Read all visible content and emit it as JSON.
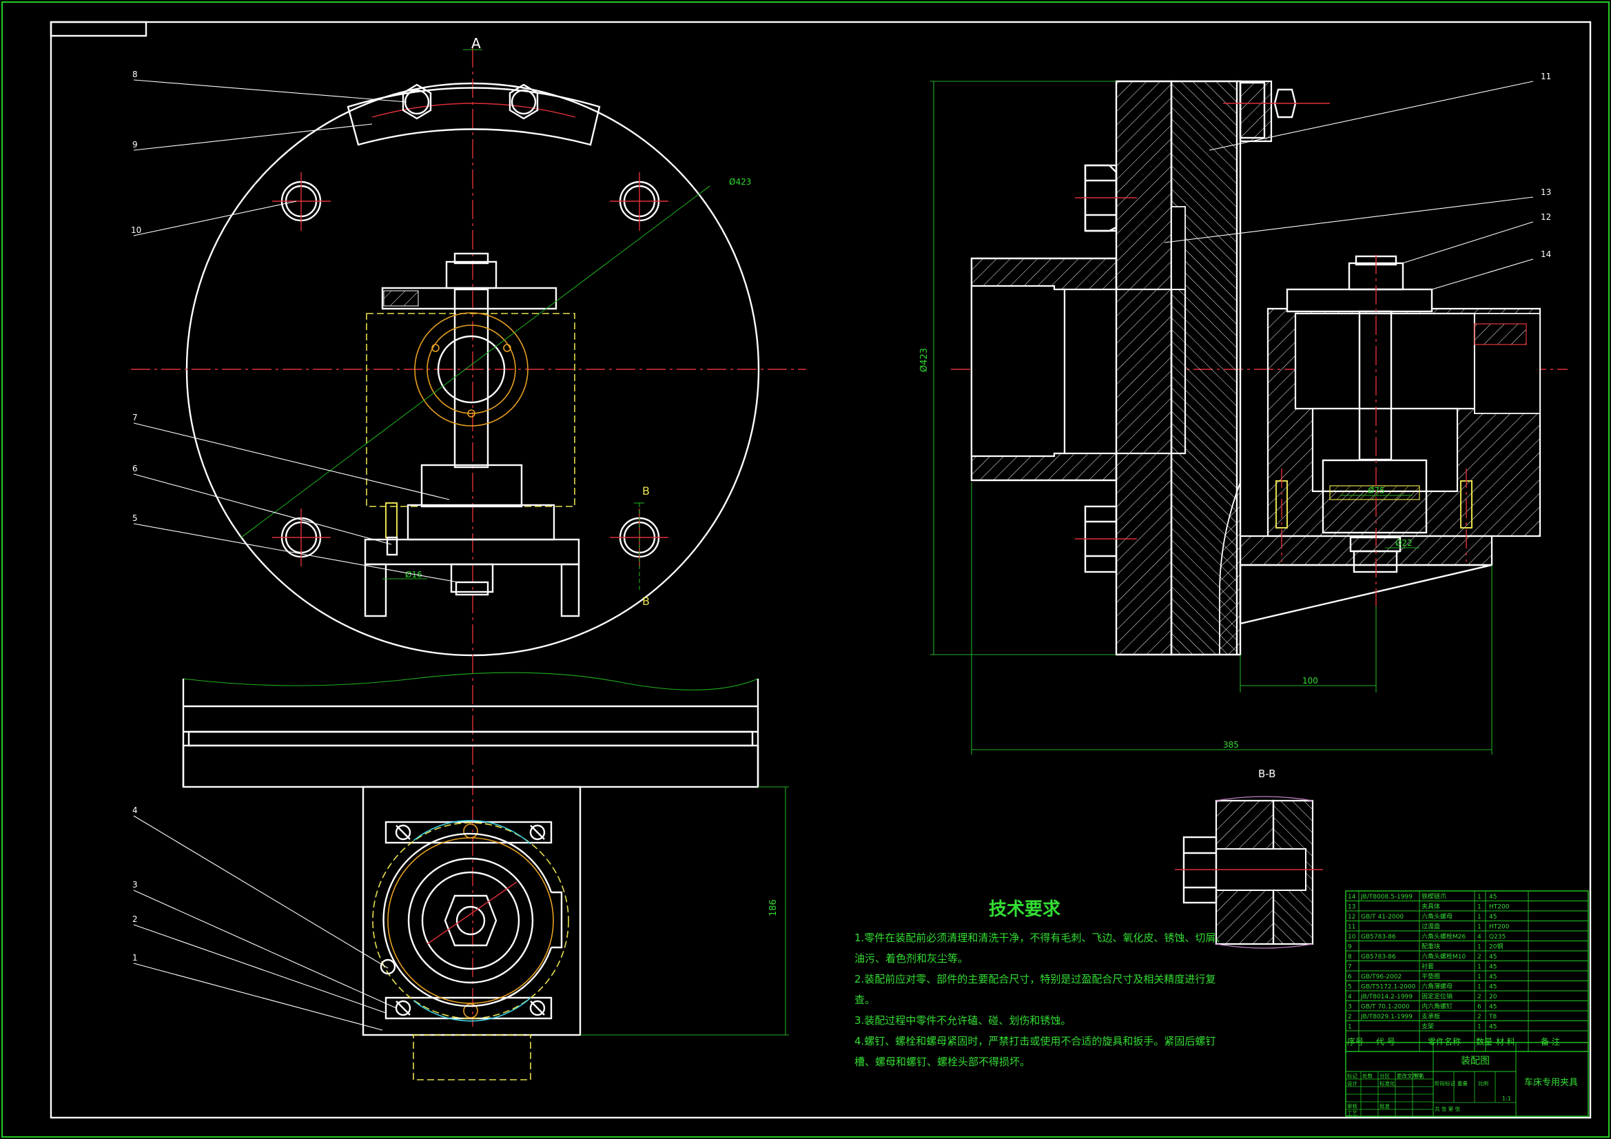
{
  "section_marks": {
    "a": "A",
    "b": "B",
    "bb": "B-B"
  },
  "dimensions": {
    "phi423_left": "Ø423",
    "phi423_right": "Ø423",
    "phi16": "Ø16",
    "phi75": "Ø75",
    "phi22": "Ø22",
    "d100": "100",
    "d385": "385",
    "d186": "186"
  },
  "balloons": [
    "1",
    "2",
    "3",
    "4",
    "5",
    "6",
    "7",
    "8",
    "9",
    "10",
    "11",
    "12",
    "13",
    "14"
  ],
  "tech_requirements": {
    "title": "技术要求",
    "lines": [
      "1.零件在装配前必须清理和清洗干净，不得有毛刺、飞边、氧化皮、锈蚀、切屑、",
      "油污、着色剂和灰尘等。",
      "2.装配前应对零、部件的主要配合尺寸，特别是过盈配合尺寸及相关精度进行复",
      "查。",
      "3.装配过程中零件不允许磕、碰、划伤和锈蚀。",
      "4.螺钉、螺栓和螺母紧固时，严禁打击或使用不合适的旋具和扳手。紧固后螺钉",
      "槽、螺母和螺钉、螺栓头部不得损坏。"
    ]
  },
  "parts_list": {
    "rows": [
      [
        "14",
        "JB/T8008.5-1999",
        "铁楔链爪",
        "1",
        "45"
      ],
      [
        "13",
        "",
        "夹具体",
        "1",
        "HT200"
      ],
      [
        "12",
        "GB/T 41-2000",
        "六角头螺母",
        "1",
        "45"
      ],
      [
        "11",
        "",
        "过渡盘",
        "1",
        "HT200"
      ],
      [
        "10",
        "GB5783-86",
        "六角头螺栓M26",
        "4",
        "Q235"
      ],
      [
        "9",
        "",
        "配重块",
        "1",
        "20钢"
      ],
      [
        "8",
        "GB5783-86",
        "六角头螺栓M10",
        "2",
        "45"
      ],
      [
        "7",
        "",
        "衬套",
        "1",
        "45"
      ],
      [
        "6",
        "GB/T96-2002",
        "平垫圈",
        "1",
        "45"
      ],
      [
        "5",
        "GB/T5172.1-2000",
        "六角薄螺母",
        "1",
        "45"
      ],
      [
        "4",
        "JB/T8014.2-1999",
        "固定定位销",
        "2",
        "20"
      ],
      [
        "3",
        "GB/T 70.1-2000",
        "内六角螺钉",
        "6",
        "45"
      ],
      [
        "2",
        "JB/T8029.1-1999",
        "支承板",
        "2",
        "T8"
      ],
      [
        "1",
        "",
        "支架",
        "1",
        "45"
      ]
    ],
    "header": {
      "seq": "序号",
      "code": "代  号",
      "name": "零件名称",
      "qty": "数量",
      "material": "材  料",
      "remark": "备  注"
    }
  },
  "title_block": {
    "drawing_name": "装配图",
    "product_name": "车床专用夹具",
    "labels": [
      "标记",
      "处数",
      "分区",
      "更改文件号",
      "签名",
      "年 月 日",
      "设计",
      "标准化",
      "阶段标记",
      "重量",
      "比例",
      "审核",
      "工艺",
      "批准",
      "共    张    第    张"
    ],
    "scale": "1:1"
  },
  "colors": {
    "background": "#000000",
    "outline": "#ffffff",
    "centerline": "#e0303a",
    "dimension": "#22cc22",
    "text": "#33dd33"
  }
}
